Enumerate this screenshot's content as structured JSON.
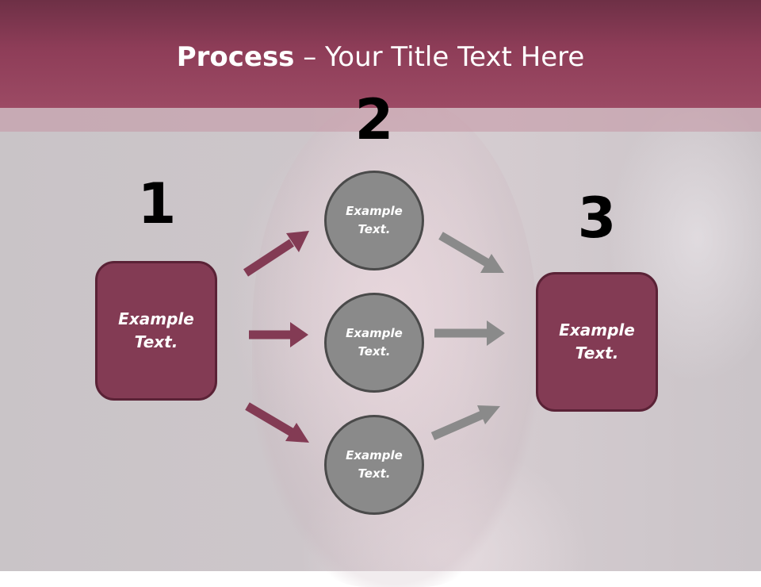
{
  "slide": {
    "title_bold": "Process",
    "title_rest": " – Your Title Text Here"
  },
  "steps": {
    "one": "1",
    "two": "2",
    "three": "3"
  },
  "nodes": {
    "left_box": {
      "line1": "Example",
      "line2": "Text."
    },
    "circle_top": {
      "line1": "Example",
      "line2": "Text."
    },
    "circle_mid": {
      "line1": "Example",
      "line2": "Text."
    },
    "circle_bottom": {
      "line1": "Example",
      "line2": "Text."
    },
    "right_box": {
      "line1": "Example",
      "line2": "Text."
    }
  },
  "colors": {
    "accent": "#833b54",
    "header": "#8e3d58",
    "circle": "#8a8a8a",
    "arrow_left": "#833b54",
    "arrow_right": "#8a8a8a"
  }
}
